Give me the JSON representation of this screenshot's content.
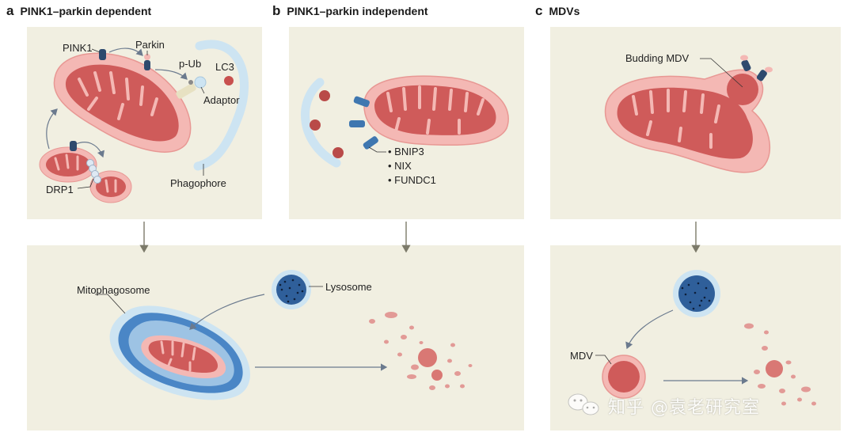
{
  "panels": {
    "a": {
      "letter": "a",
      "title": "PINK1–parkin dependent"
    },
    "b": {
      "letter": "b",
      "title": "PINK1–parkin independent"
    },
    "c": {
      "letter": "c",
      "title": "MDVs"
    }
  },
  "labels": {
    "pink1": "PINK1",
    "parkin": "Parkin",
    "pub": "p-Ub",
    "lc3": "LC3",
    "adaptor": "Adaptor",
    "drp1": "DRP1",
    "phagophore": "Phagophore",
    "bnip3": "• BNIP3",
    "nix": "• NIX",
    "fundc1": "• FUNDC1",
    "budding_mdv": "Budding MDV",
    "mitophagosome": "Mitophagosome",
    "lysosome": "Lysosome",
    "mdv": "MDV"
  },
  "watermark": {
    "text": "知乎 @袁老研究室"
  },
  "colors": {
    "panel_bg": "#f1efe1",
    "mito_outer": "#f4b8b4",
    "mito_inner": "#cf5b5a",
    "receptor": "#3f77b0",
    "phagophore": "#cde4f2",
    "lysosome": "#2f5f9a"
  }
}
